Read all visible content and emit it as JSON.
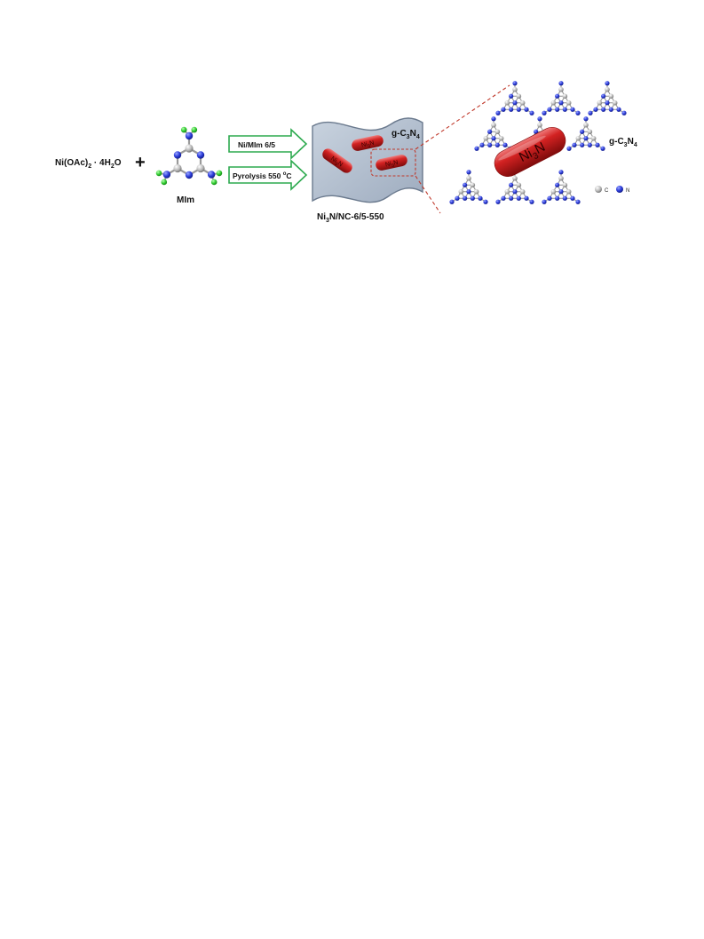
{
  "reactant": {
    "main": "Ni(OAc)",
    "sub1": "2",
    "rest": " · 4H",
    "sub2": "2",
    "tail": "O"
  },
  "plus": "+",
  "mim": {
    "label": "MIm"
  },
  "arrow_top": {
    "label": "Ni/MIm  6/5"
  },
  "arrow_bottom": {
    "main": "Pyrolysis 550 ",
    "sup": "o",
    "tail": "C"
  },
  "sheet": {
    "main": "g-C",
    "sub1": "3",
    "mid": "N",
    "sub2": "4"
  },
  "product": {
    "main": "Ni",
    "sub1": "3",
    "rest": "N/NC-6/5-550"
  },
  "rods": {
    "main": "Ni",
    "sub": "3",
    "tail": "N"
  },
  "zoom": {
    "sheet": {
      "main": "g-C",
      "sub1": "3",
      "mid": "N",
      "sub2": "4"
    },
    "rod": {
      "main": "Ni",
      "sub": "3",
      "tail": "N"
    }
  },
  "legend": {
    "carbon": "C",
    "nitrogen": "N"
  },
  "colors": {
    "arrow": "#2daa4f",
    "nickel_rod": "#cc1a1a",
    "nitrogen": "#2b3bd8",
    "carbon": "#b9b9b9",
    "hydrogen": "#33cc33",
    "sheet": "#b7c3d3",
    "dashed": "#c0392b"
  }
}
